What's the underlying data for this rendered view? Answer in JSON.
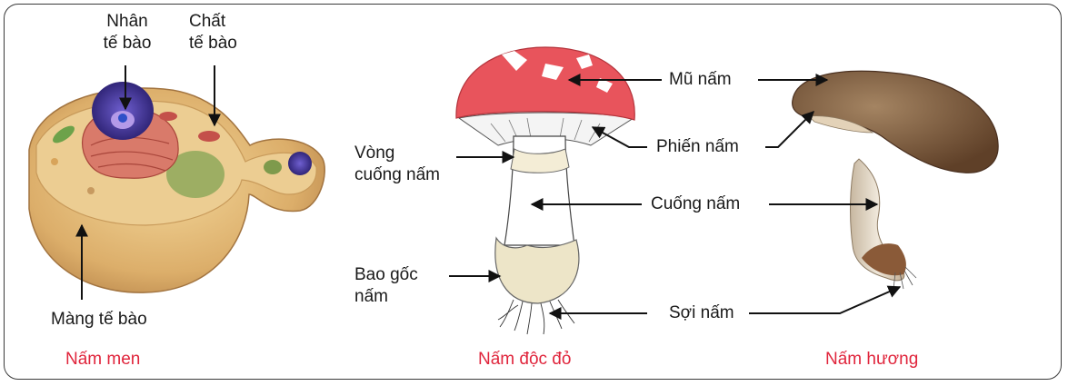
{
  "panels": [
    {
      "caption": "Nấm men",
      "labels": {
        "nucleus": [
          "Nhân",
          "tế bào"
        ],
        "cytoplasm": [
          "Chất",
          "tế bào"
        ],
        "membrane": "Màng tế bào"
      }
    },
    {
      "caption": "Nấm độc đỏ",
      "labels": {
        "ring": [
          "Vòng",
          "cuống nấm"
        ],
        "volva": [
          "Bao gốc",
          "nấm"
        ]
      }
    },
    {
      "caption": "Nấm hương"
    }
  ],
  "shared_labels": {
    "cap": "Mũ nấm",
    "gills": "Phiến nấm",
    "stem": "Cuống nấm",
    "hyphae": "Sợi nấm"
  },
  "colors": {
    "caption": "#e0253c",
    "toadstool_cap": "#e8545c",
    "shiitake_cap": "#8a6a48",
    "cell_body": "#e0b677"
  }
}
